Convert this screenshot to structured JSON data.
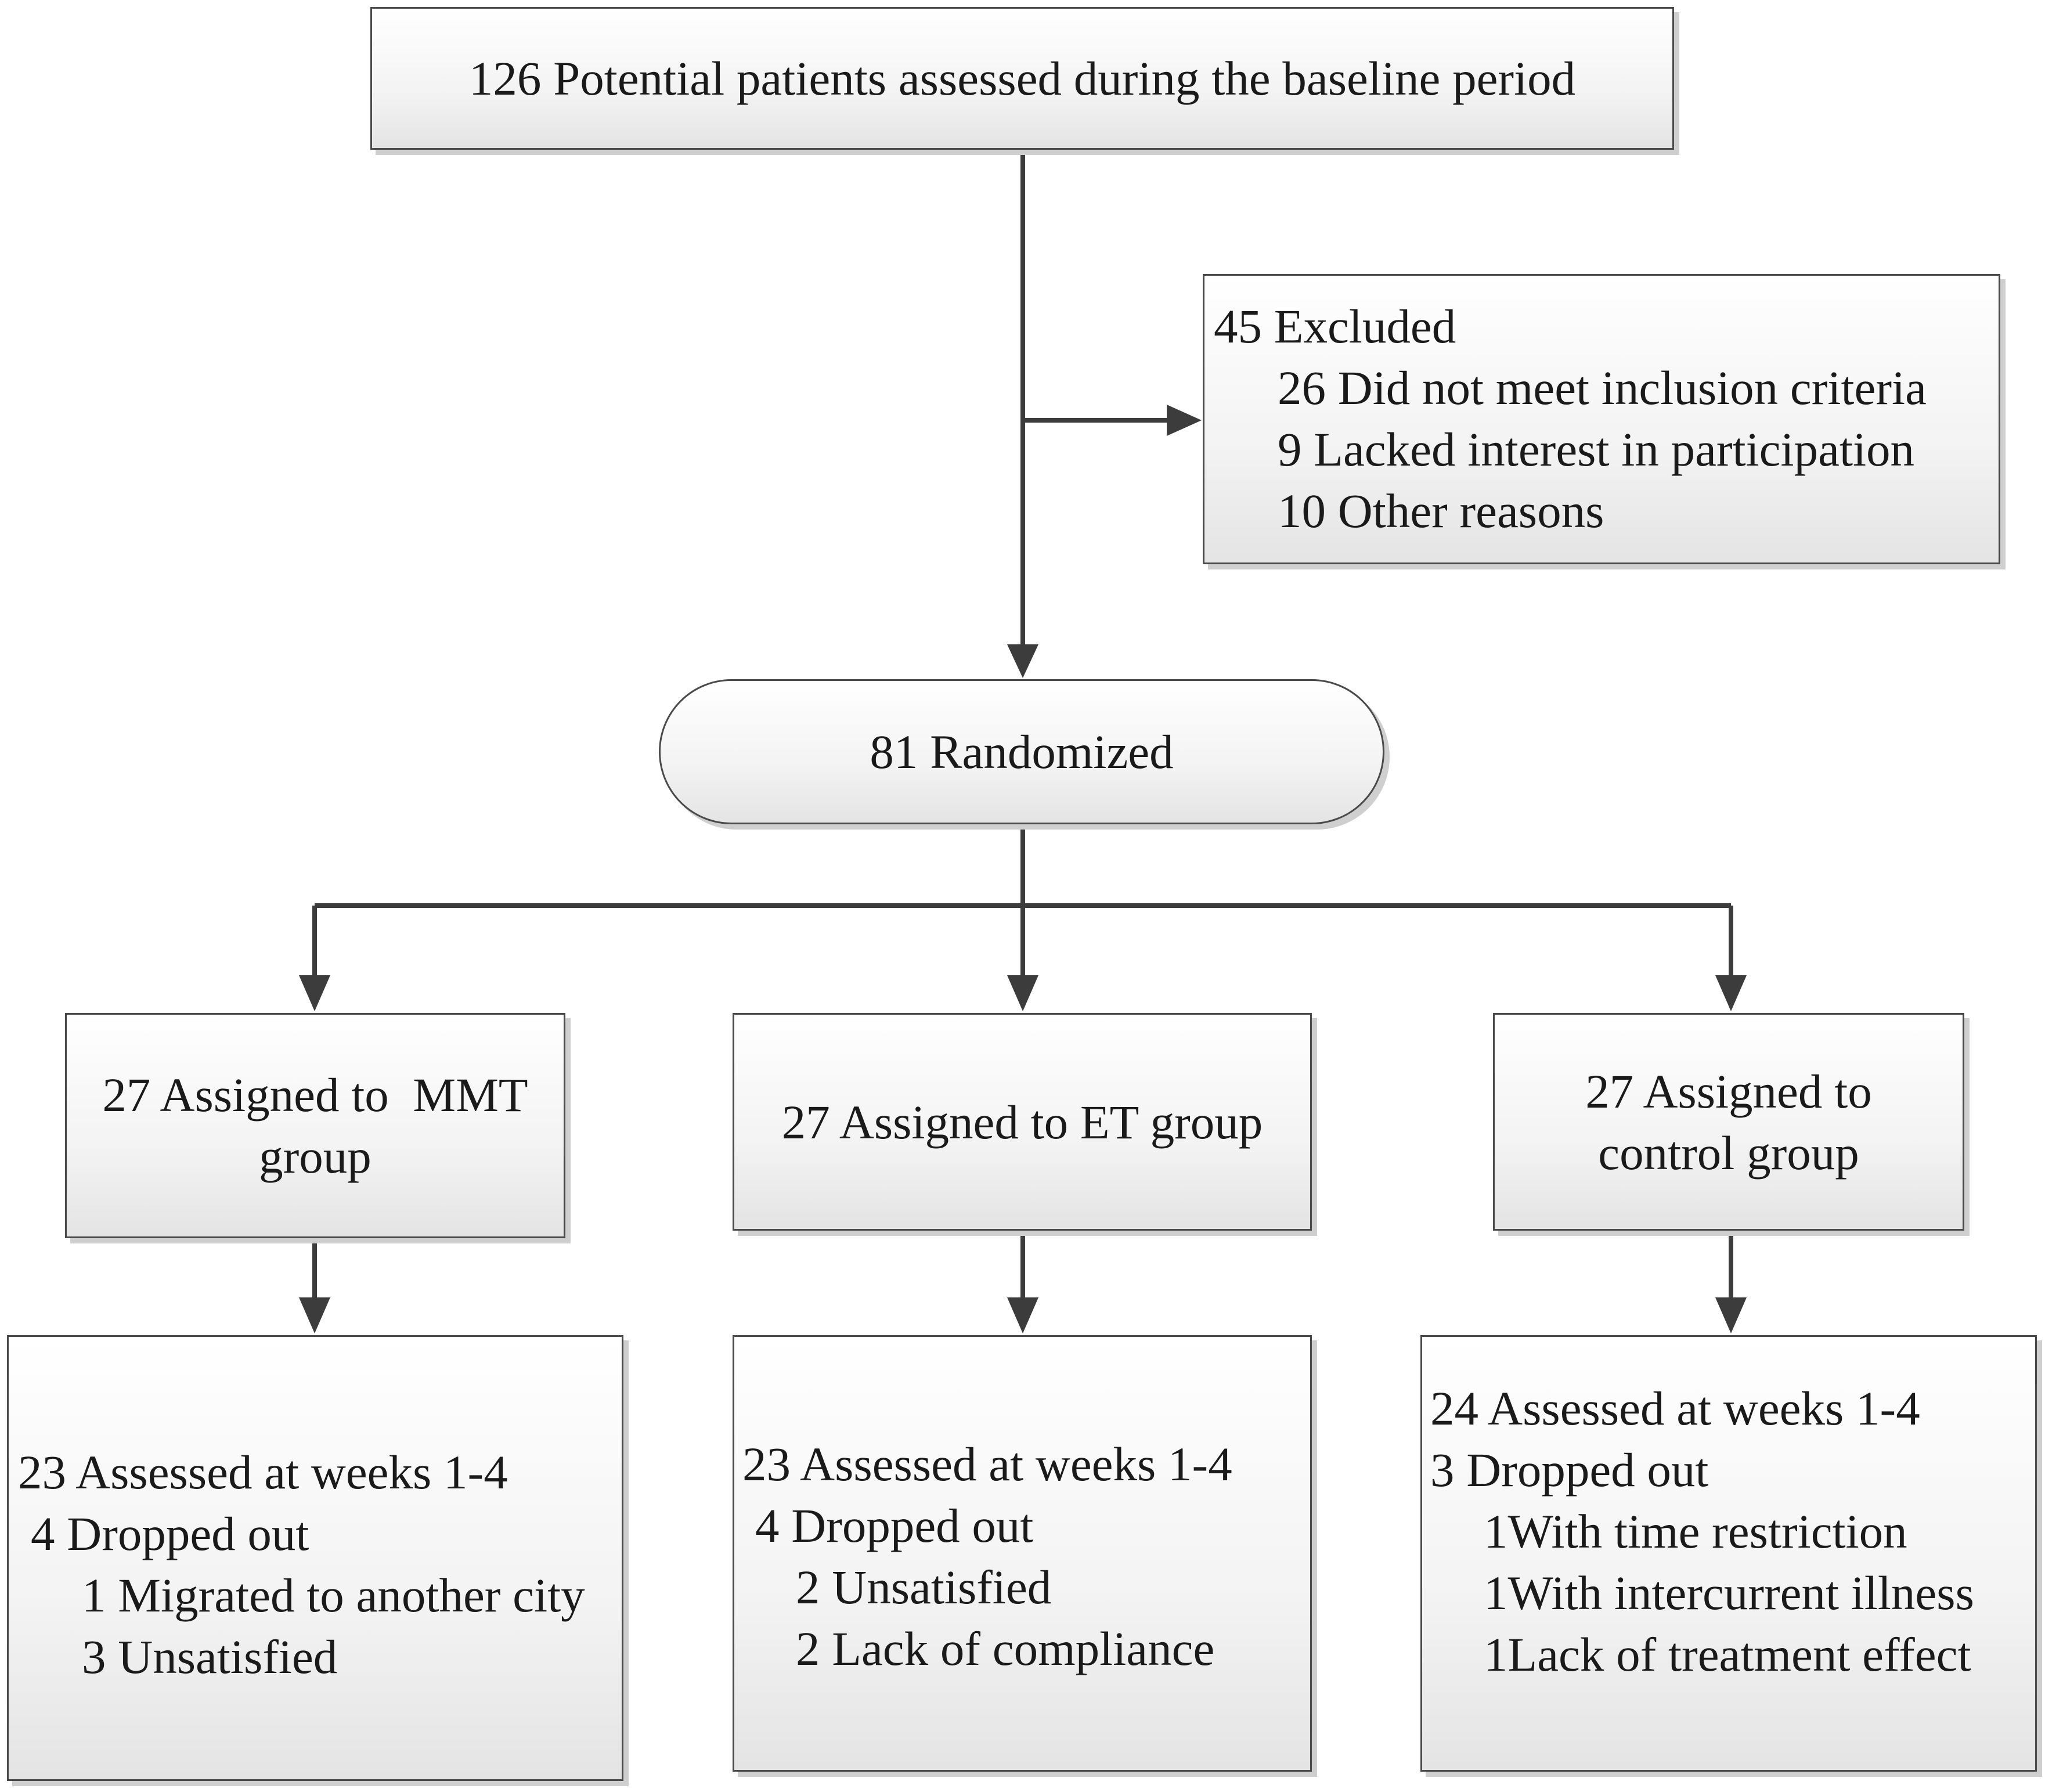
{
  "screening": {
    "text": "126 Potential patients assessed during the baseline period"
  },
  "excluded": {
    "title": "45 Excluded",
    "reasons": [
      "26 Did not meet inclusion criteria",
      "9 Lacked interest in participation",
      "10 Other reasons"
    ]
  },
  "randomized": {
    "text": "81 Randomized"
  },
  "groups": [
    {
      "assigned": [
        "27 Assigned to  MMT",
        "group"
      ],
      "followup": {
        "assessed": "23 Assessed at weeks 1-4",
        "dropped": "4 Dropped out",
        "reasons": [
          "1 Migrated to another city",
          "3 Unsatisfied"
        ]
      }
    },
    {
      "assigned": [
        "27 Assigned to ET group"
      ],
      "followup": {
        "assessed": "23 Assessed at weeks 1-4",
        "dropped": "4 Dropped out",
        "reasons": [
          "2 Unsatisfied",
          "2 Lack of compliance"
        ]
      }
    },
    {
      "assigned": [
        "27 Assigned to",
        "control group"
      ],
      "followup": {
        "assessed": "24 Assessed at weeks 1-4",
        "dropped": "3 Dropped out",
        "reasons": [
          "1With time restriction",
          "1With intercurrent illness",
          "1Lack of treatment effect"
        ]
      }
    }
  ]
}
